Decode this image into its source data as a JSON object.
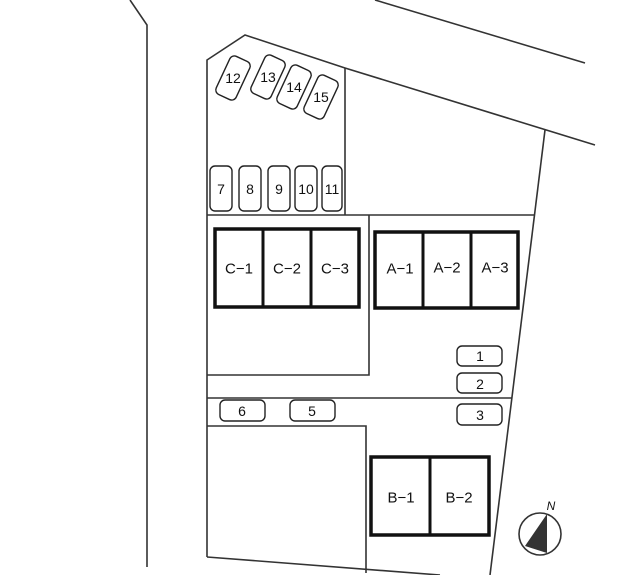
{
  "buildings": {
    "c": [
      "C−1",
      "C−2",
      "C−3"
    ],
    "a": [
      "A−1",
      "A−2",
      "A−3"
    ],
    "b": [
      "B−1",
      "B−2"
    ]
  },
  "parking": {
    "horizontal": [
      "1",
      "2",
      "3",
      "6",
      "5"
    ],
    "vertical": [
      "7",
      "8",
      "9",
      "10",
      "11"
    ],
    "angled": [
      "12",
      "13",
      "14",
      "15"
    ]
  },
  "compass": {
    "label": "N",
    "icon": "north-arrow-icon"
  }
}
